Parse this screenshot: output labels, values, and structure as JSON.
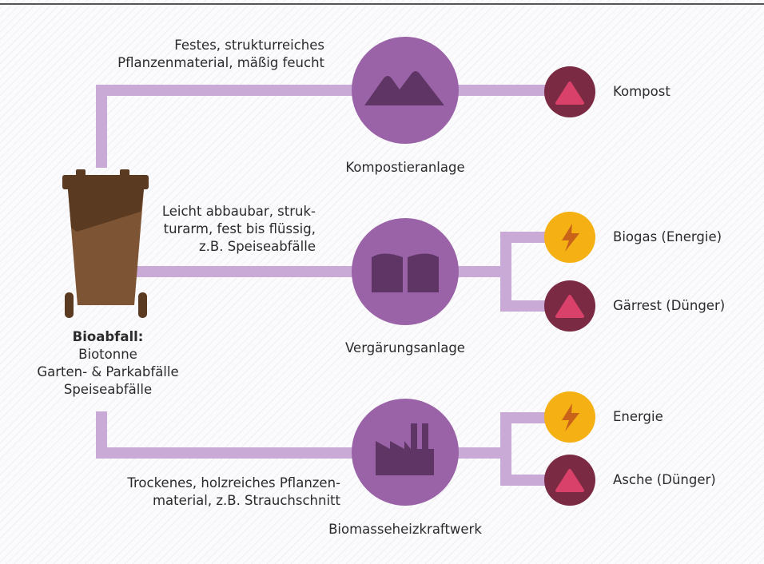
{
  "source": {
    "title": "Bioabfall:",
    "lines": [
      "Biotonne",
      "Garten- & Parkabfälle",
      "Speiseabfälle"
    ]
  },
  "branches": [
    {
      "material": "Festes, strukturreiches\nPflanzenmaterial, mäßig feucht",
      "facility": "Kompostieranlage",
      "facility_icon": "mountains-icon",
      "outputs": [
        {
          "label": "Kompost",
          "icon": "triangle-icon"
        }
      ]
    },
    {
      "material": "Leicht abbaubar, struk-\nturarm, fest bis flüssig,\nz.B. Speiseabfälle",
      "facility": "Vergärungsanlage",
      "facility_icon": "open-book-icon",
      "outputs": [
        {
          "label": "Biogas (Energie)",
          "icon": "lightning-icon"
        },
        {
          "label": "Gärrest (Dünger)",
          "icon": "triangle-icon"
        }
      ]
    },
    {
      "material": "Trockenes, holzreiches Pflanzen-\nmaterial, z.B. Strauchschnitt",
      "facility": "Biomasseheizkraftwerk",
      "facility_icon": "factory-icon",
      "outputs": [
        {
          "label": "Energie",
          "icon": "lightning-icon"
        },
        {
          "label": "Asche (Dünger)",
          "icon": "triangle-icon"
        }
      ]
    }
  ],
  "colors": {
    "connector": "#c9a9d6",
    "facility_circle": "#9a63a8",
    "facility_icon": "#5e3564",
    "output_dark_circle": "#7a2a42",
    "output_triangle": "#d9406a",
    "energy_circle": "#f5b014",
    "energy_bolt": "#c9631a",
    "bin_dark": "#6b4429",
    "bin_light": "#7e5534",
    "bin_lid": "#5a3a20"
  }
}
